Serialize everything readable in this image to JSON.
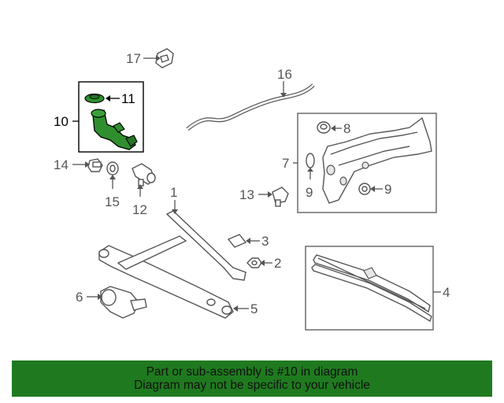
{
  "callouts": {
    "c1": "1",
    "c2": "2",
    "c3": "3",
    "c4": "4",
    "c5": "5",
    "c6": "6",
    "c7": "7",
    "c8": "8",
    "c9a": "9",
    "c9b": "9",
    "c10": "10",
    "c11": "11",
    "c12": "12",
    "c13": "13",
    "c14": "14",
    "c15": "15",
    "c16": "16",
    "c17": "17"
  },
  "banner": {
    "line1": "Part or sub-assembly is #10 in diagram",
    "line2": "Diagram may not be specific to your vehicle"
  },
  "colors": {
    "highlight_border": "#000000",
    "highlight_part": "#2f8f2f",
    "banner_bg": "#1f7a1f",
    "line": "#555555"
  }
}
